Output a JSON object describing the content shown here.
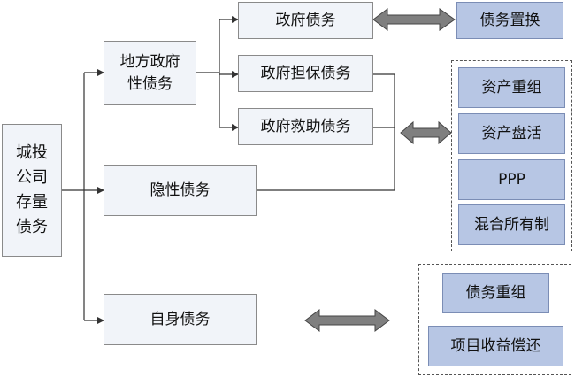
{
  "nodes": {
    "root": "城投公司存量债务",
    "local_gov": "地方政府性债务",
    "hidden": "隐性债务",
    "self": "自身债务",
    "gov_debt": "政府债务",
    "gov_guarantee": "政府担保债务",
    "gov_rescue": "政府救助债务"
  },
  "solutions": {
    "swap": "债务置换",
    "group1": [
      "资产重组",
      "资产盘活",
      "PPP",
      "混合所有制"
    ],
    "group2": [
      "债务重组",
      "项目收益偿还"
    ]
  },
  "colors": {
    "source_fill": "#f1f4f9",
    "solution_fill": "#b7c6e4",
    "arrow_fill": "#7f7f7f"
  }
}
